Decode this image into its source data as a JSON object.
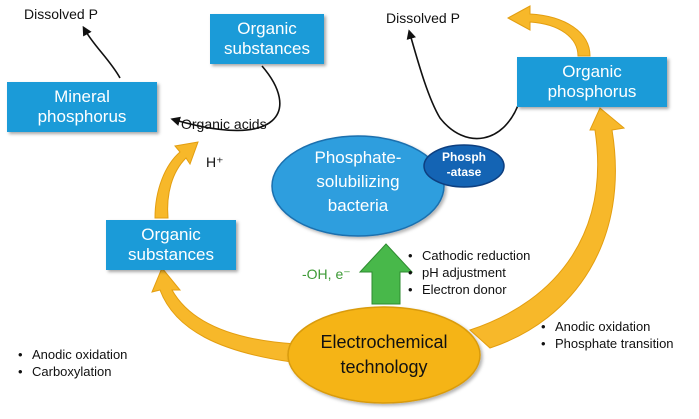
{
  "colors": {
    "box_blue": "#1b9bd8",
    "ellipse_blue": "#2f9ede",
    "enzyme_blue": "#1464b4",
    "electro_gold": "#f5b418",
    "arrow_gold": "#f7b82a",
    "green_arrow": "#48b84a",
    "green_text": "#3d9a36"
  },
  "labels": {
    "dissolved_p_left": "Dissolved P",
    "dissolved_p_right": "Dissolved P",
    "organic_substances_top": [
      "Organic",
      "substances"
    ],
    "mineral_phosphorus": [
      "Mineral",
      "phosphorus"
    ],
    "organic_phosphorus": [
      "Organic",
      "phosphorus"
    ],
    "organic_substances_left": [
      "Organic",
      "substances"
    ],
    "organic_acids": "Organic acids",
    "h_plus": "H⁺",
    "psb": [
      "Phosphate-",
      "solubilizing",
      "bacteria"
    ],
    "phosphatase": [
      "Phosph",
      "-atase"
    ],
    "electrochemical": [
      "Electrochemical",
      "technology"
    ],
    "oh_e": "-OH, e⁻"
  },
  "bullets": {
    "center": [
      "Cathodic reduction",
      "pH adjustment",
      "Electron donor"
    ],
    "left": [
      "Anodic oxidation",
      "Carboxylation"
    ],
    "right": [
      "Anodic oxidation",
      "Phosphate transition"
    ]
  },
  "icons": {
    "arrow": "curved-arrow-icon",
    "up_arrow": "up-arrow-icon"
  }
}
